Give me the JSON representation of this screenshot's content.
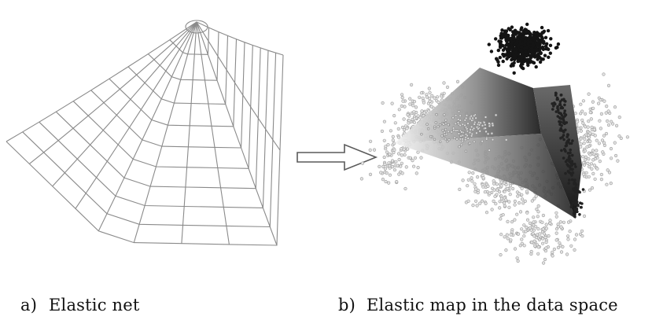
{
  "captions": {
    "a": {
      "letter": "a)",
      "text": "Elastic net"
    },
    "b": {
      "letter": "b)",
      "text": "Elastic map in the data space"
    }
  },
  "colors": {
    "line": "#8a8a8a",
    "arrow": "#5a5a5a",
    "point_dark": "#111111",
    "point_light": "#c8c8c8",
    "surface_dark": "#2a2a2a",
    "surface_light": "#f2f2f2"
  }
}
